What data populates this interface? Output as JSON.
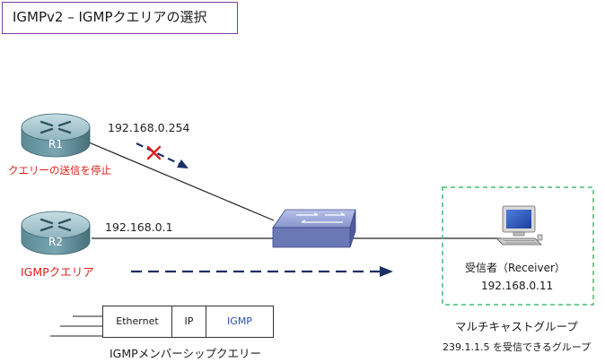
{
  "title": "IGMPv2 – IGMPクエリアの選択",
  "routers": {
    "r1": {
      "label": "R1",
      "ip": "192.168.0.254",
      "note": "クエリーの送信を停止"
    },
    "r2": {
      "label": "R2",
      "ip": "192.168.0.1",
      "note": "IGMPクエリア"
    }
  },
  "receiver": {
    "label": "受信者（Receiver）",
    "ip": "192.168.0.11"
  },
  "group": {
    "label": "マルチキャストグループ",
    "note": "239.1.1.5 を受信できるグループ"
  },
  "packet": {
    "fields": [
      "Ethernet",
      "IP",
      "IGMP"
    ],
    "caption": "IGMPメンバーシップクエリー"
  },
  "colors": {
    "title_border": "#7a3fa0",
    "router_body": "#4f7f8b",
    "switch_body": "#6a78b6",
    "group_border": "#3cbf74",
    "arrow": "#1b2f66",
    "stop_mark": "#e0201b",
    "note_text": "#e0201b",
    "igmp_field": "#2b4fb8"
  }
}
